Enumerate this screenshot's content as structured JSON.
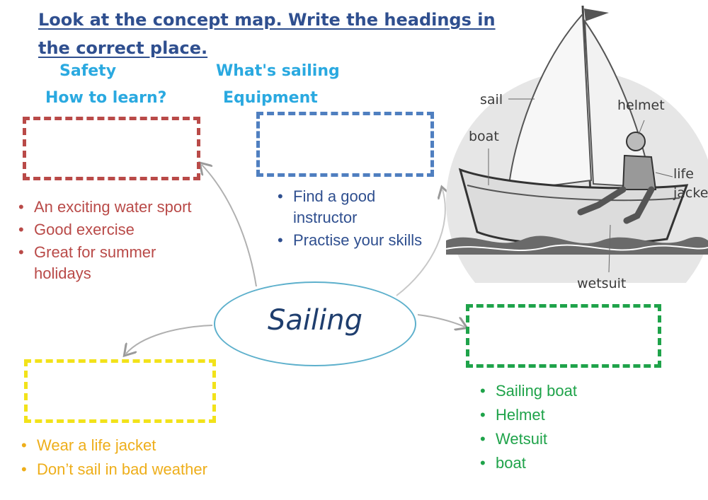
{
  "instruction": "Look at the concept map. Write the headings in the correct place.",
  "heading_options": [
    "Safety",
    "What's sailing",
    "How to learn?",
    "Equipment"
  ],
  "center": {
    "label": "Sailing"
  },
  "branches": {
    "red": {
      "color": "#b94a48",
      "items": [
        "An exciting water sport",
        "Good exercise",
        "Great for summer holidays"
      ]
    },
    "blue": {
      "color": "#4f7fc0",
      "items": [
        "Find a good instructor",
        "Practise your skills"
      ]
    },
    "yellow": {
      "color": "#f2e21a",
      "items": [
        "Wear a life jacket",
        "Don’t sail in bad weather"
      ]
    },
    "green": {
      "color": "#1fa34a",
      "items": [
        "Sailing boat",
        "Helmet",
        "Wetsuit",
        "boat"
      ]
    }
  },
  "illustration": {
    "labels": {
      "sail": "sail",
      "boat": "boat",
      "helmet": "helmet",
      "life": "life",
      "jacket": "jacke",
      "wetsuit": "wetsuit"
    }
  }
}
